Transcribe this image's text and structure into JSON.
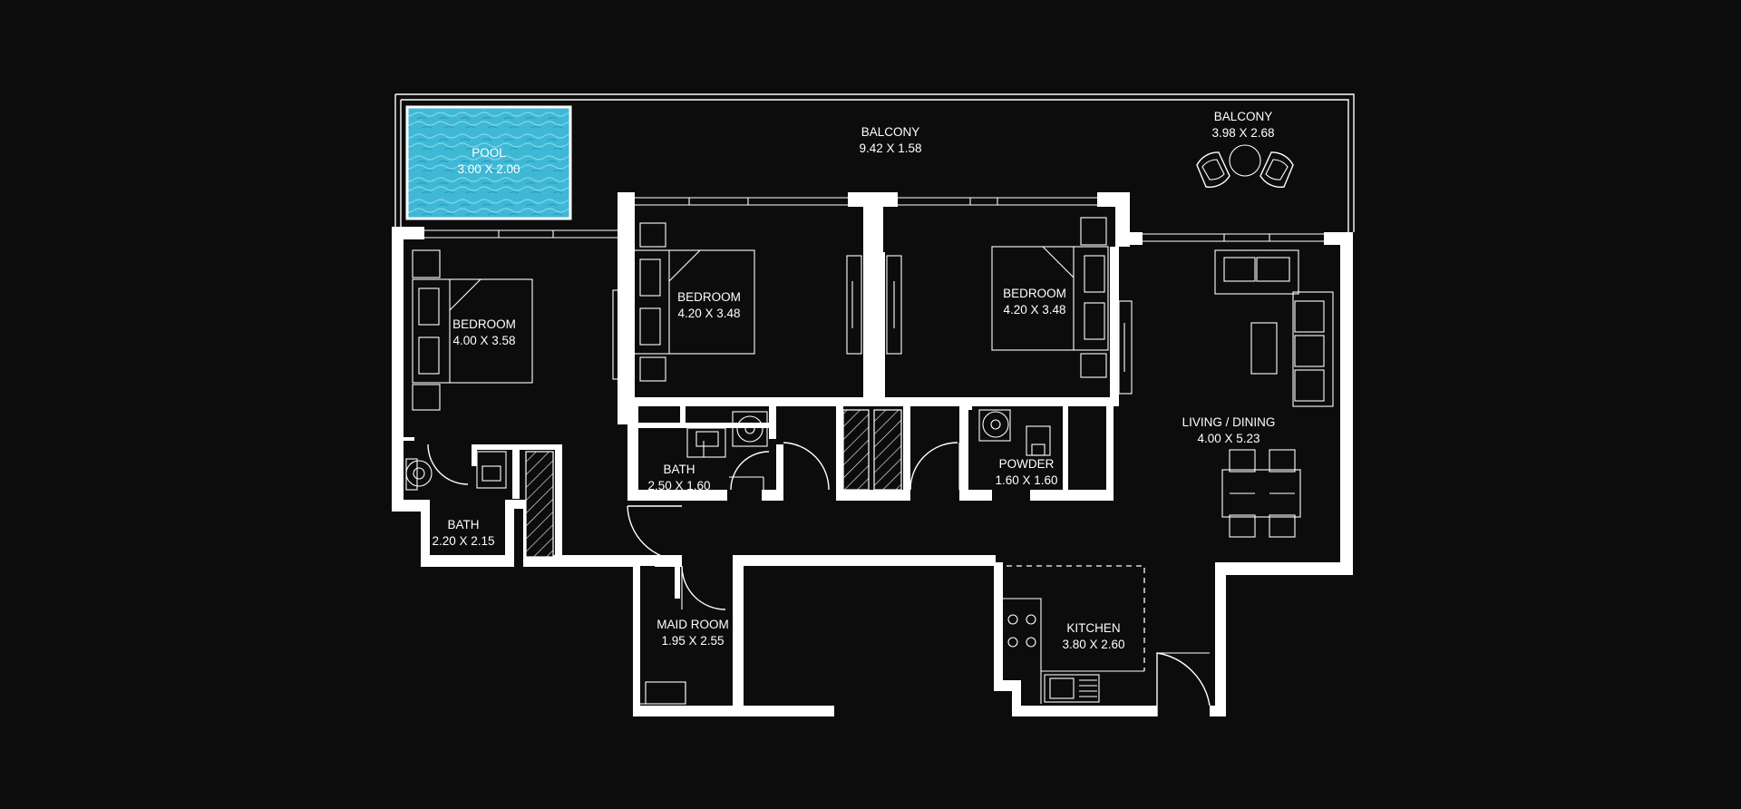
{
  "colors": {
    "background": "#0c0c0c",
    "lines": "#ffffff",
    "pool": "#3fb8d6"
  },
  "rooms": {
    "pool": {
      "name": "POOL",
      "size": "3.00 X 2.00"
    },
    "balcony_main": {
      "name": "BALCONY",
      "size": "9.42 X 1.58"
    },
    "balcony_corner": {
      "name": "BALCONY",
      "size": "3.98 X 2.68"
    },
    "bedroom_left": {
      "name": "BEDROOM",
      "size": "4.00 X 3.58"
    },
    "bedroom_center": {
      "name": "BEDROOM",
      "size": "4.20 X 3.48"
    },
    "bedroom_right": {
      "name": "BEDROOM",
      "size": "4.20 X 3.48"
    },
    "bath_left": {
      "name": "BATH",
      "size": "2.20 X 2.15"
    },
    "bath_center": {
      "name": "BATH",
      "size": "2.50 X 1.60"
    },
    "powder": {
      "name": "POWDER",
      "size": "1.60 X 1.60"
    },
    "living": {
      "name": "LIVING / DINING",
      "size": "4.00 X 5.23"
    },
    "maid_room": {
      "name": "MAID ROOM",
      "size": "1.95 X 2.55"
    },
    "kitchen": {
      "name": "KITCHEN",
      "size": "3.80 X 2.60"
    }
  }
}
